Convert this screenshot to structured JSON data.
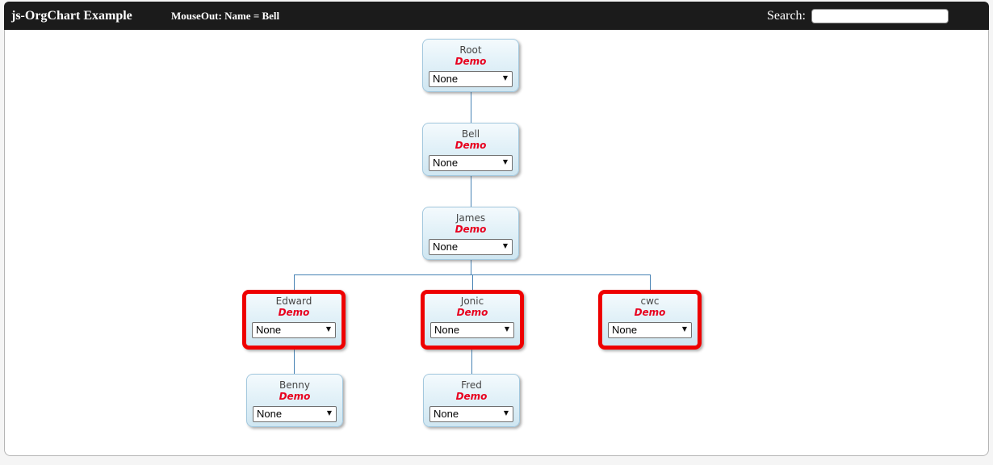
{
  "header": {
    "title": "js-OrgChart Example",
    "status_text": "MouseOut: Name = Bell",
    "search_label": "Search:",
    "search_value": ""
  },
  "colors": {
    "header_bg": "#1b1b1b",
    "node_border": "#a3c8de",
    "node_bg_top": "#f4fafd",
    "node_bg_bottom": "#cfe6f1",
    "highlight_border": "#ee0000",
    "connector_line": "#4682b4",
    "subtitle_red": "#e8001e"
  },
  "chart": {
    "nodes": [
      {
        "name": "Root",
        "subtitle": "Demo",
        "select_value": "None",
        "highlighted": false,
        "parent": null
      },
      {
        "name": "Bell",
        "subtitle": "Demo",
        "select_value": "None",
        "highlighted": false,
        "parent": "Root"
      },
      {
        "name": "James",
        "subtitle": "Demo",
        "select_value": "None",
        "highlighted": false,
        "parent": "Bell"
      },
      {
        "name": "Edward",
        "subtitle": "Demo",
        "select_value": "None",
        "highlighted": true,
        "parent": "James"
      },
      {
        "name": "Jonic",
        "subtitle": "Demo",
        "select_value": "None",
        "highlighted": true,
        "parent": "James"
      },
      {
        "name": "cwc",
        "subtitle": "Demo",
        "select_value": "None",
        "highlighted": true,
        "parent": "James"
      },
      {
        "name": "Benny",
        "subtitle": "Demo",
        "select_value": "None",
        "highlighted": false,
        "parent": "Edward"
      },
      {
        "name": "Fred",
        "subtitle": "Demo",
        "select_value": "None",
        "highlighted": false,
        "parent": "Jonic"
      }
    ]
  }
}
